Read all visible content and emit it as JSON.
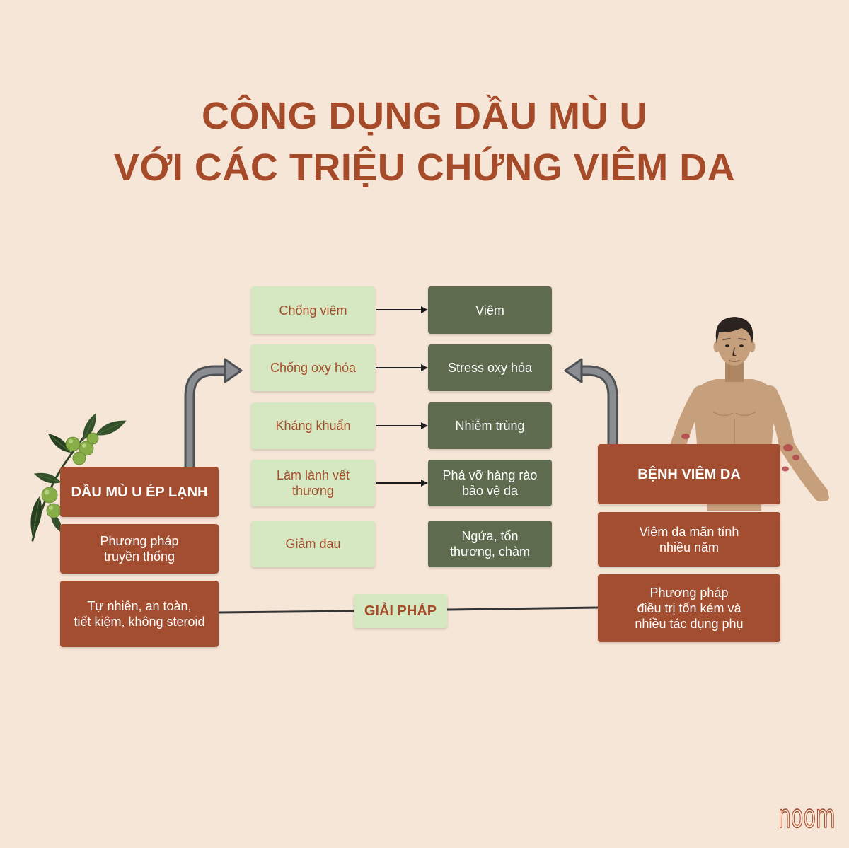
{
  "title": {
    "line1": "CÔNG DỤNG DẦU MÙ U",
    "line2": "VỚI CÁC TRIỆU CHỨNG VIÊM DA"
  },
  "benefits": [
    {
      "label": "Chống viêm"
    },
    {
      "label": "Chống oxy hóa"
    },
    {
      "label": "Kháng khuẩn"
    },
    {
      "label": "Làm lành vết\nthương"
    },
    {
      "label": "Giảm đau"
    }
  ],
  "symptoms": [
    {
      "label": "Viêm"
    },
    {
      "label": "Stress oxy hóa"
    },
    {
      "label": "Nhiễm trùng"
    },
    {
      "label": "Phá vỡ hàng rào\nbảo vệ da"
    },
    {
      "label": "Ngứa, tổn\nthương, chàm"
    }
  ],
  "remedy": {
    "heading": "DẦU MÙ U ÉP LẠNH",
    "method": "Phương pháp\ntruyền thống",
    "traits": "Tự nhiên, an toàn,\ntiết kiệm, không steroid"
  },
  "condition": {
    "heading": "BỆNH VIÊM DA",
    "history": "Viêm da mãn tính\nnhiều năm",
    "treatment": "Phương pháp\nđiều trị tốn kém và\nnhiều tác dụng phụ"
  },
  "solution": {
    "label": "GIẢI PHÁP"
  },
  "brand": {
    "logo": "noom"
  },
  "icons": {
    "remedy_illustration": "mu-u-plant-icon",
    "condition_illustration": "person-with-rash-icon"
  },
  "colors": {
    "background": "#F6E6D8",
    "accent": "#A64B2A",
    "benefit_box": "#D5E8C2",
    "symptom_box": "#5E6B4F",
    "panel_box": "#A34E30",
    "box_text": "#FFFFFF",
    "connector": "#353535",
    "flow_arrow": "#8A8D91"
  }
}
